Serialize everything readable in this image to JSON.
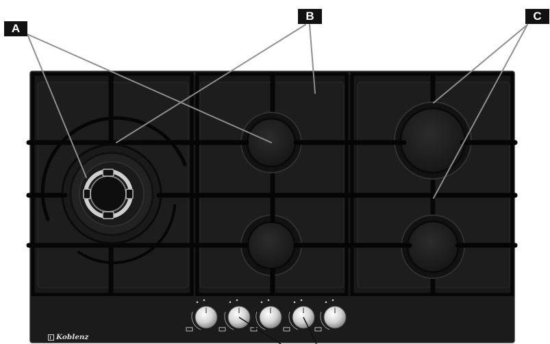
{
  "callouts": {
    "a": "A",
    "b": "B",
    "c": "C"
  },
  "brand": {
    "name": "Koblenz"
  },
  "colors": {
    "glass": "#161616",
    "glass_edge": "#2c2c2c",
    "grate": "#0b0b0b",
    "burner_ring": "#242424",
    "burner_cap": "#1c1c1c",
    "brass": "#c9c9c9",
    "knob": "#d6d6d6",
    "leader_line": "#8c8c8c",
    "label_bg": "#111111"
  },
  "icons": {
    "knob": "control-knob-icon",
    "burner_indicator": "burner-position-icon",
    "arc_arrow": "rotation-arrow-icon",
    "logo": "koblenz-logo-icon"
  },
  "knobs": [
    {
      "id": "knob-1"
    },
    {
      "id": "knob-2"
    },
    {
      "id": "knob-3"
    },
    {
      "id": "knob-4"
    },
    {
      "id": "knob-5"
    }
  ],
  "burners": [
    {
      "id": "burner-triple-ring"
    },
    {
      "id": "burner-rear-center"
    },
    {
      "id": "burner-rear-right"
    },
    {
      "id": "burner-front-center"
    },
    {
      "id": "burner-front-right"
    }
  ]
}
